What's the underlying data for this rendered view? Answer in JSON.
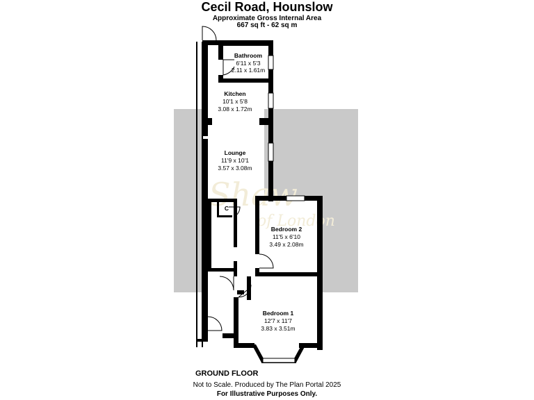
{
  "header": {
    "title": "Cecil Road, Hounslow",
    "subtitle": "Approximate Gross Internal Area",
    "area": "667 sq ft - 62 sq m"
  },
  "watermark": {
    "line1": "Shaw",
    "line2": "of London"
  },
  "rooms": {
    "bathroom": {
      "name": "Bathroom",
      "imperial": "6'11 x 5'3",
      "metric": "2.11 x 1.61m"
    },
    "kitchen": {
      "name": "Kitchen",
      "imperial": "10'1 x 5'8",
      "metric": "3.08 x 1.72m"
    },
    "lounge": {
      "name": "Lounge",
      "imperial": "11'9 x 10'1",
      "metric": "3.57 x 3.08m"
    },
    "cupboard": {
      "name": "C"
    },
    "bedroom2": {
      "name": "Bedroom 2",
      "imperial": "11'5 x 6'10",
      "metric": "3.49 x 2.08m"
    },
    "bedroom1": {
      "name": "Bedroom 1",
      "imperial": "12'7 x 11'7",
      "metric": "3.83 x 3.51m"
    }
  },
  "footer": {
    "floor": "GROUND FLOOR",
    "note": "Not to Scale. Produced by The Plan Portal 2025",
    "disclaimer": "For Illustrative Purposes Only."
  },
  "colors": {
    "wall": "#000000",
    "watermark_panel": "#c9c9c9",
    "window": "#ffffff"
  }
}
